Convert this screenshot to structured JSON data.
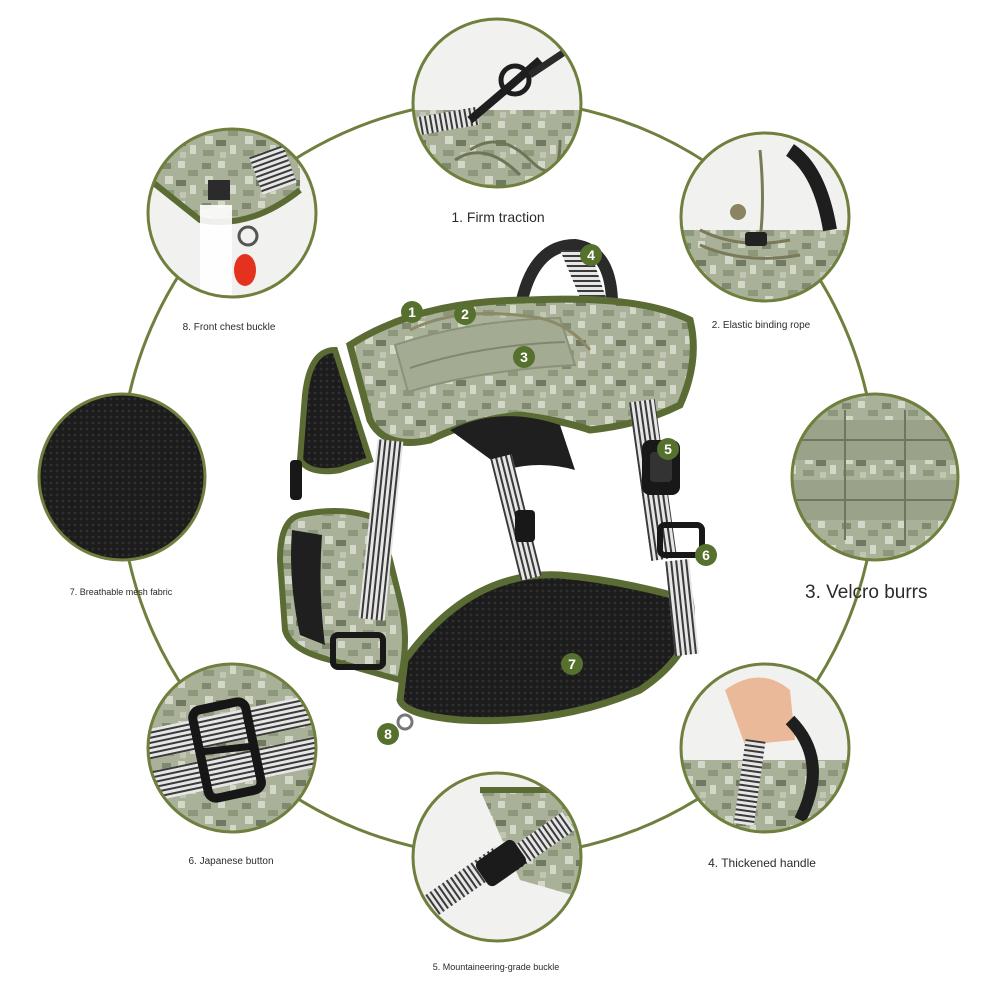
{
  "colors": {
    "ring": "#6f7f3d",
    "badge_fill": "#56702e",
    "badge_text": "#ffffff",
    "camo_base": "#a9b299",
    "camo_dark": "#7f8a70",
    "camo_light": "#d3d8c8",
    "trim": "#5b6b34",
    "mesh": "#1c1c1c",
    "strap_light": "#e6e6e6",
    "strap_dark": "#3a3a3a"
  },
  "features": [
    {
      "number": "1",
      "caption": "1. Firm traction"
    },
    {
      "number": "2",
      "caption": "2. Elastic binding rope"
    },
    {
      "number": "3",
      "caption": "3. Velcro burrs"
    },
    {
      "number": "4",
      "caption": "4. Thickened handle"
    },
    {
      "number": "5",
      "caption": "5. Mountaineering-grade buckle"
    },
    {
      "number": "6",
      "caption": "6. Japanese button"
    },
    {
      "number": "7",
      "caption": "7. Breathable mesh fabric"
    },
    {
      "number": "8",
      "caption": "8. Front chest buckle"
    }
  ],
  "badges": [
    "1",
    "2",
    "3",
    "4",
    "5",
    "6",
    "7",
    "8"
  ]
}
